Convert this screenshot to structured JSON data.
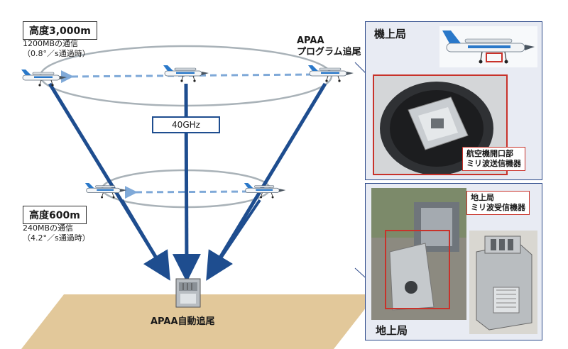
{
  "high_altitude": {
    "title": "高度3,000m",
    "detail": "1200MBの通信\n（0.8°／s通過時）"
  },
  "low_altitude": {
    "title": "高度600m",
    "detail": "240MBの通信\n（4.2°／s通過時）"
  },
  "tracking_label": "APAA\nプログラム追尾",
  "frequency_label": "40GHz",
  "ground_label": "APAA自動追尾",
  "airborne_panel": {
    "title": "機上局",
    "callout": "航空機開口部\nミリ波送信機器"
  },
  "ground_panel": {
    "title": "地上局",
    "callout": "地上局\nミリ波受信機器"
  },
  "colors": {
    "beam_blue": "#1e4d8f",
    "dashed_blue": "#7fa9d8",
    "orbit_gray": "#a9b2b8",
    "callout_red": "#c8322a",
    "panel_border": "#2d4a8a",
    "ground_tan": "#e2c89a"
  }
}
